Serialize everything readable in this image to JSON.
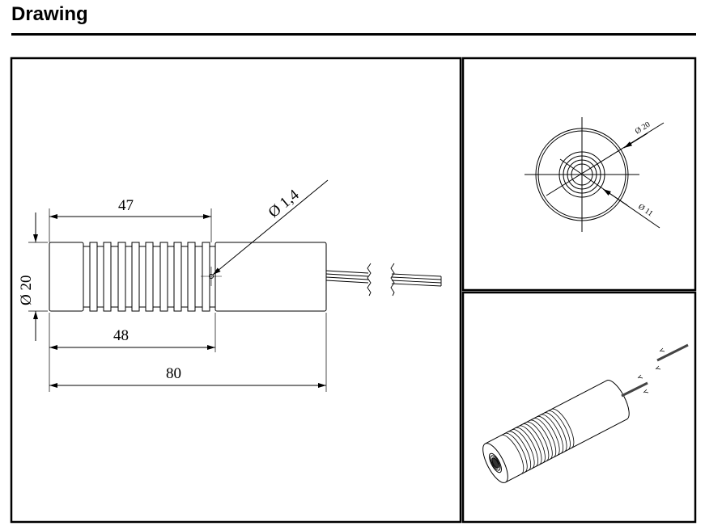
{
  "header": {
    "title": "Drawing"
  },
  "side_view": {
    "dim_length_finned": "47",
    "dim_length_head": "48",
    "dim_length_total": "80",
    "dim_diameter": "Ø 20",
    "dim_aperture": "Ø 1,4"
  },
  "end_view": {
    "dim_outer": "Ø 20",
    "dim_inner": "Ø 11"
  },
  "colors": {
    "line": "#000000",
    "background": "#ffffff"
  }
}
